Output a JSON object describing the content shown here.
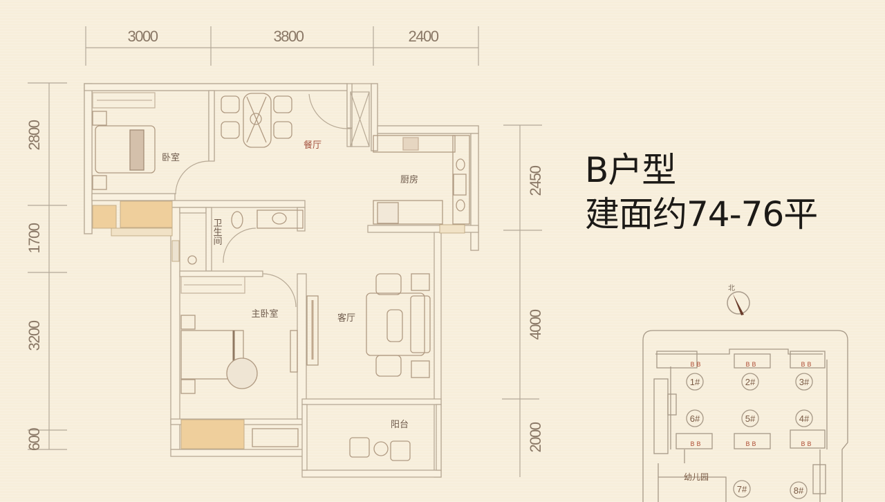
{
  "title": {
    "unit_type": "B户型",
    "area": "建面约74-76平"
  },
  "colors": {
    "background": "#f7eedb",
    "wall_line": "#b7a995",
    "wall_fill": "#f9f1e0",
    "window_fill": "#efcf9c",
    "dim_text": "#8a7866",
    "label_text": "#6e5a4b",
    "label_red": "#a4513d",
    "title_text": "#1c1a17"
  },
  "dimensions": {
    "top": [
      "3000",
      "3800",
      "2400"
    ],
    "left": [
      "2800",
      "1700",
      "3200",
      "600"
    ],
    "right": [
      "2450",
      "4000",
      "2000"
    ]
  },
  "rooms": {
    "bedroom": "卧室",
    "dining": "餐厅",
    "kitchen": "厨房",
    "bathroom": "卫生间",
    "master_bedroom": "主卧室",
    "living": "客厅",
    "balcony": "阳台"
  },
  "compass": {
    "label": "北"
  },
  "site_plan": {
    "buildings": [
      "1#",
      "2#",
      "3#",
      "6#",
      "5#",
      "4#",
      "7#",
      "8#"
    ],
    "kindergarten": "幼儿园",
    "unit_tag": "B B"
  }
}
